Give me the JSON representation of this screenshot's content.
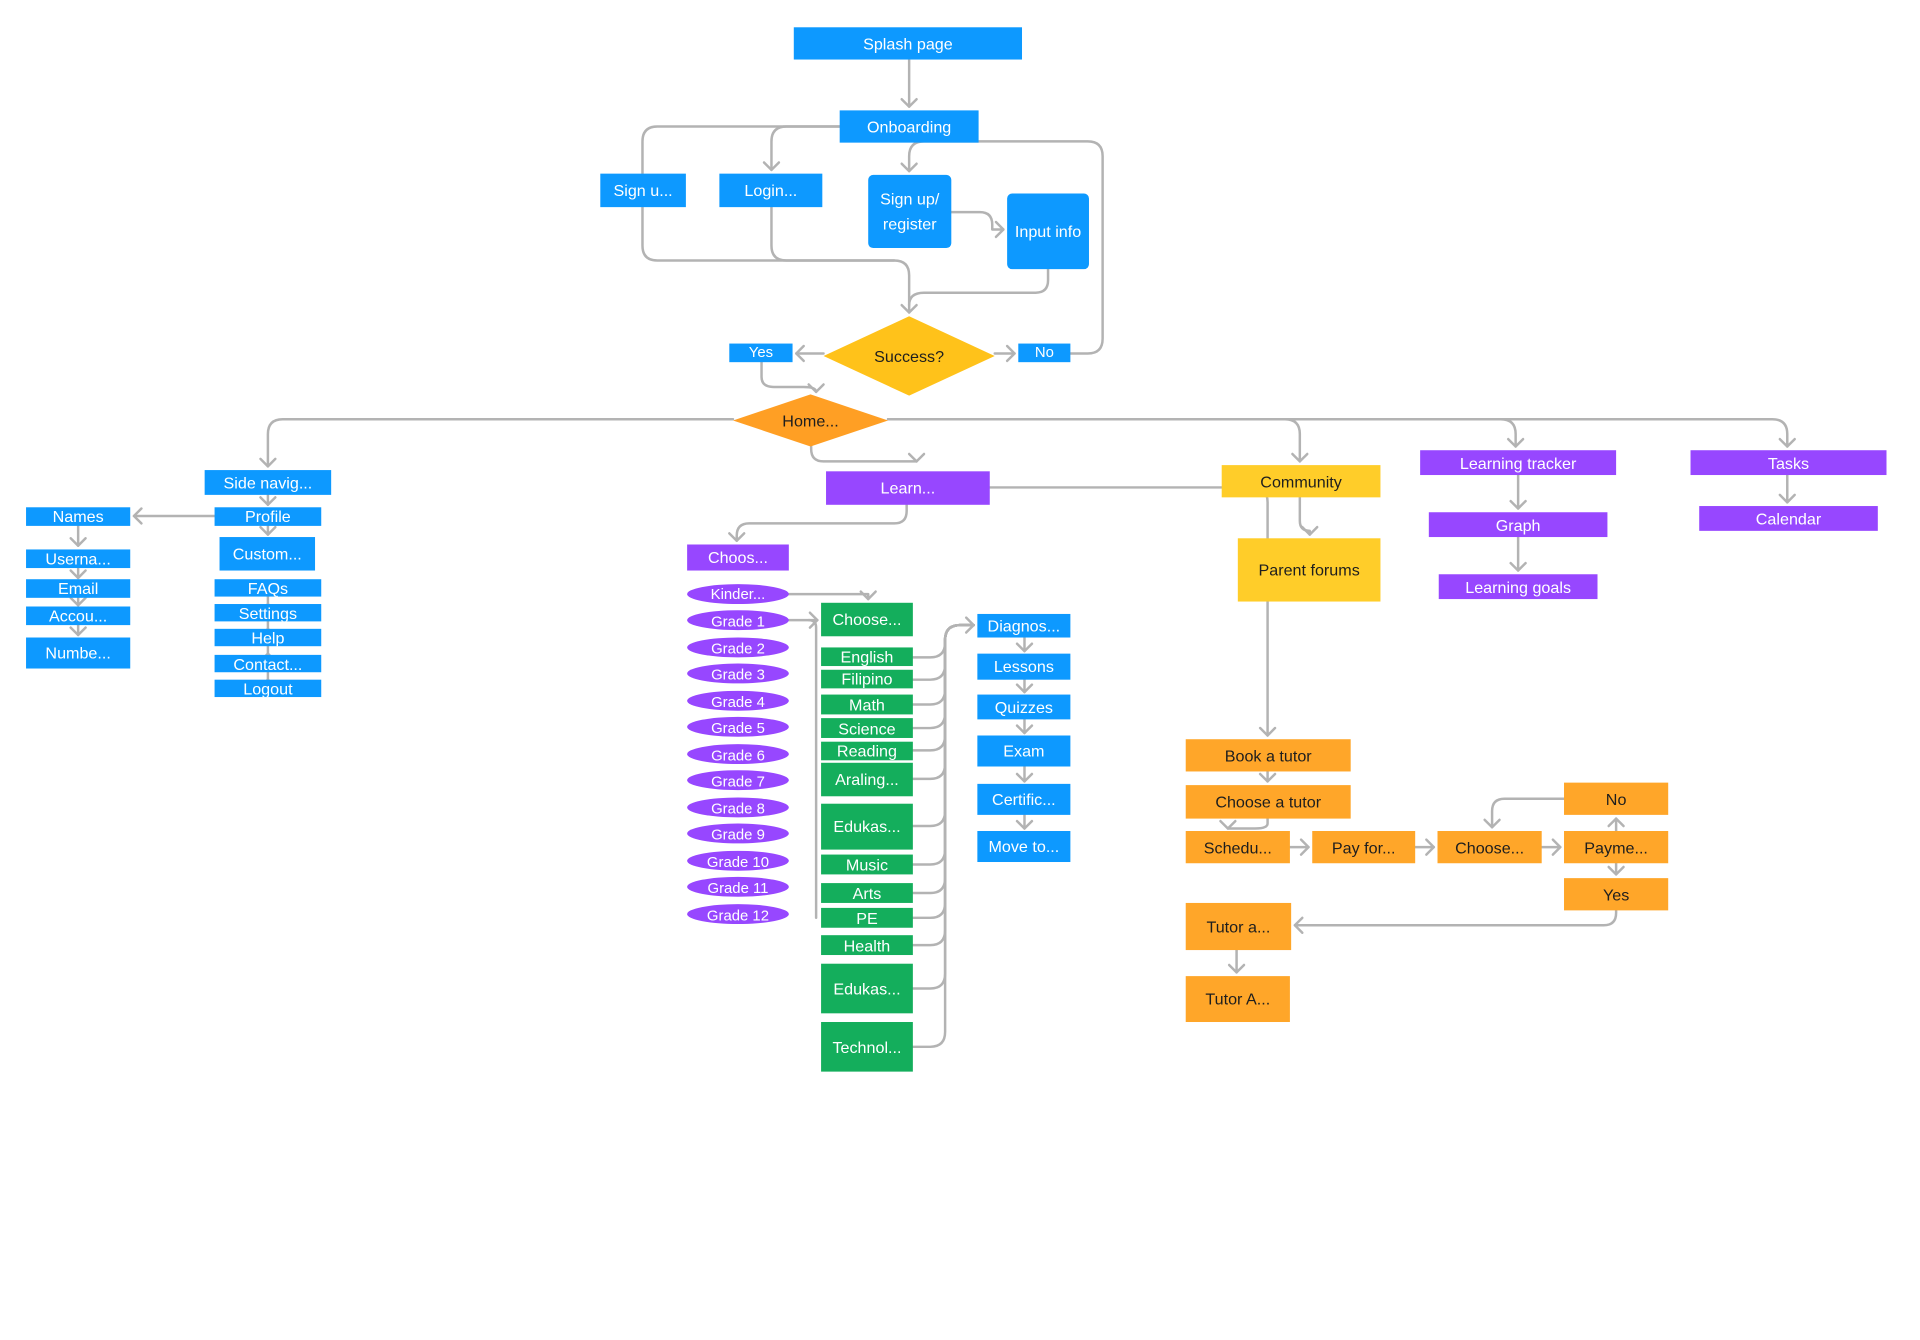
{
  "diagram": {
    "title": "",
    "colors": {
      "blue": "#0d99ff",
      "purple": "#9747ff",
      "green": "#14ae5c",
      "yellow": "#ffcd29",
      "amber": "#ffc21a",
      "orange": "#ffa629",
      "connector": "#b3b3b3"
    },
    "nodes": {
      "splash": "Splash page",
      "onboarding": "Onboarding",
      "signup_a": "Sign u...",
      "login": "Login...",
      "signup_register": "Sign up/ register",
      "input_info": "Input info",
      "success": "Success?",
      "yes1": "Yes",
      "no1": "No",
      "home": "Home...",
      "side_nav": "Side navig...",
      "profile": "Profile",
      "names": "Names",
      "username": "Userna...",
      "email": "Email",
      "account": "Accou...",
      "number": "Numbe...",
      "custom": "Custom...",
      "faqs": "FAQs",
      "settings": "Settings",
      "help": "Help",
      "contact": "Contact...",
      "logout": "Logout",
      "learn": "Learn...",
      "choose_grade": "Choos...",
      "grades": [
        "Kinder...",
        "Grade 1",
        "Grade 2",
        "Grade 3",
        "Grade 4",
        "Grade 5",
        "Grade 6",
        "Grade 7",
        "Grade 8",
        "Grade 9",
        "Grade 10",
        "Grade 11",
        "Grade 12"
      ],
      "choose_subject": "Choose...",
      "subjects": [
        "English",
        "Filipino",
        "Math",
        "Science",
        "Reading",
        "Araling...",
        "Edukas...",
        "Music",
        "Arts",
        "PE",
        "Health",
        "Edukas...",
        "Technol..."
      ],
      "lesson_steps": [
        "Diagnos...",
        "Lessons",
        "Quizzes",
        "Exam",
        "Certific...",
        "Move to..."
      ],
      "community": "Community",
      "parent_forums": "Parent forums",
      "learning_tracker": "Learning tracker",
      "graph": "Graph",
      "learning_goals": "Learning goals",
      "tasks": "Tasks",
      "calendar": "Calendar",
      "book_tutor": "Book a tutor",
      "choose_tutor": "Choose a tutor",
      "schedule": "Schedu...",
      "pay_for": "Pay for...",
      "choose_pay": "Choose...",
      "payment": "Payme...",
      "no2": "No",
      "yes2": "Yes",
      "tutor_a1": "Tutor a...",
      "tutor_a2": "Tutor A..."
    }
  }
}
